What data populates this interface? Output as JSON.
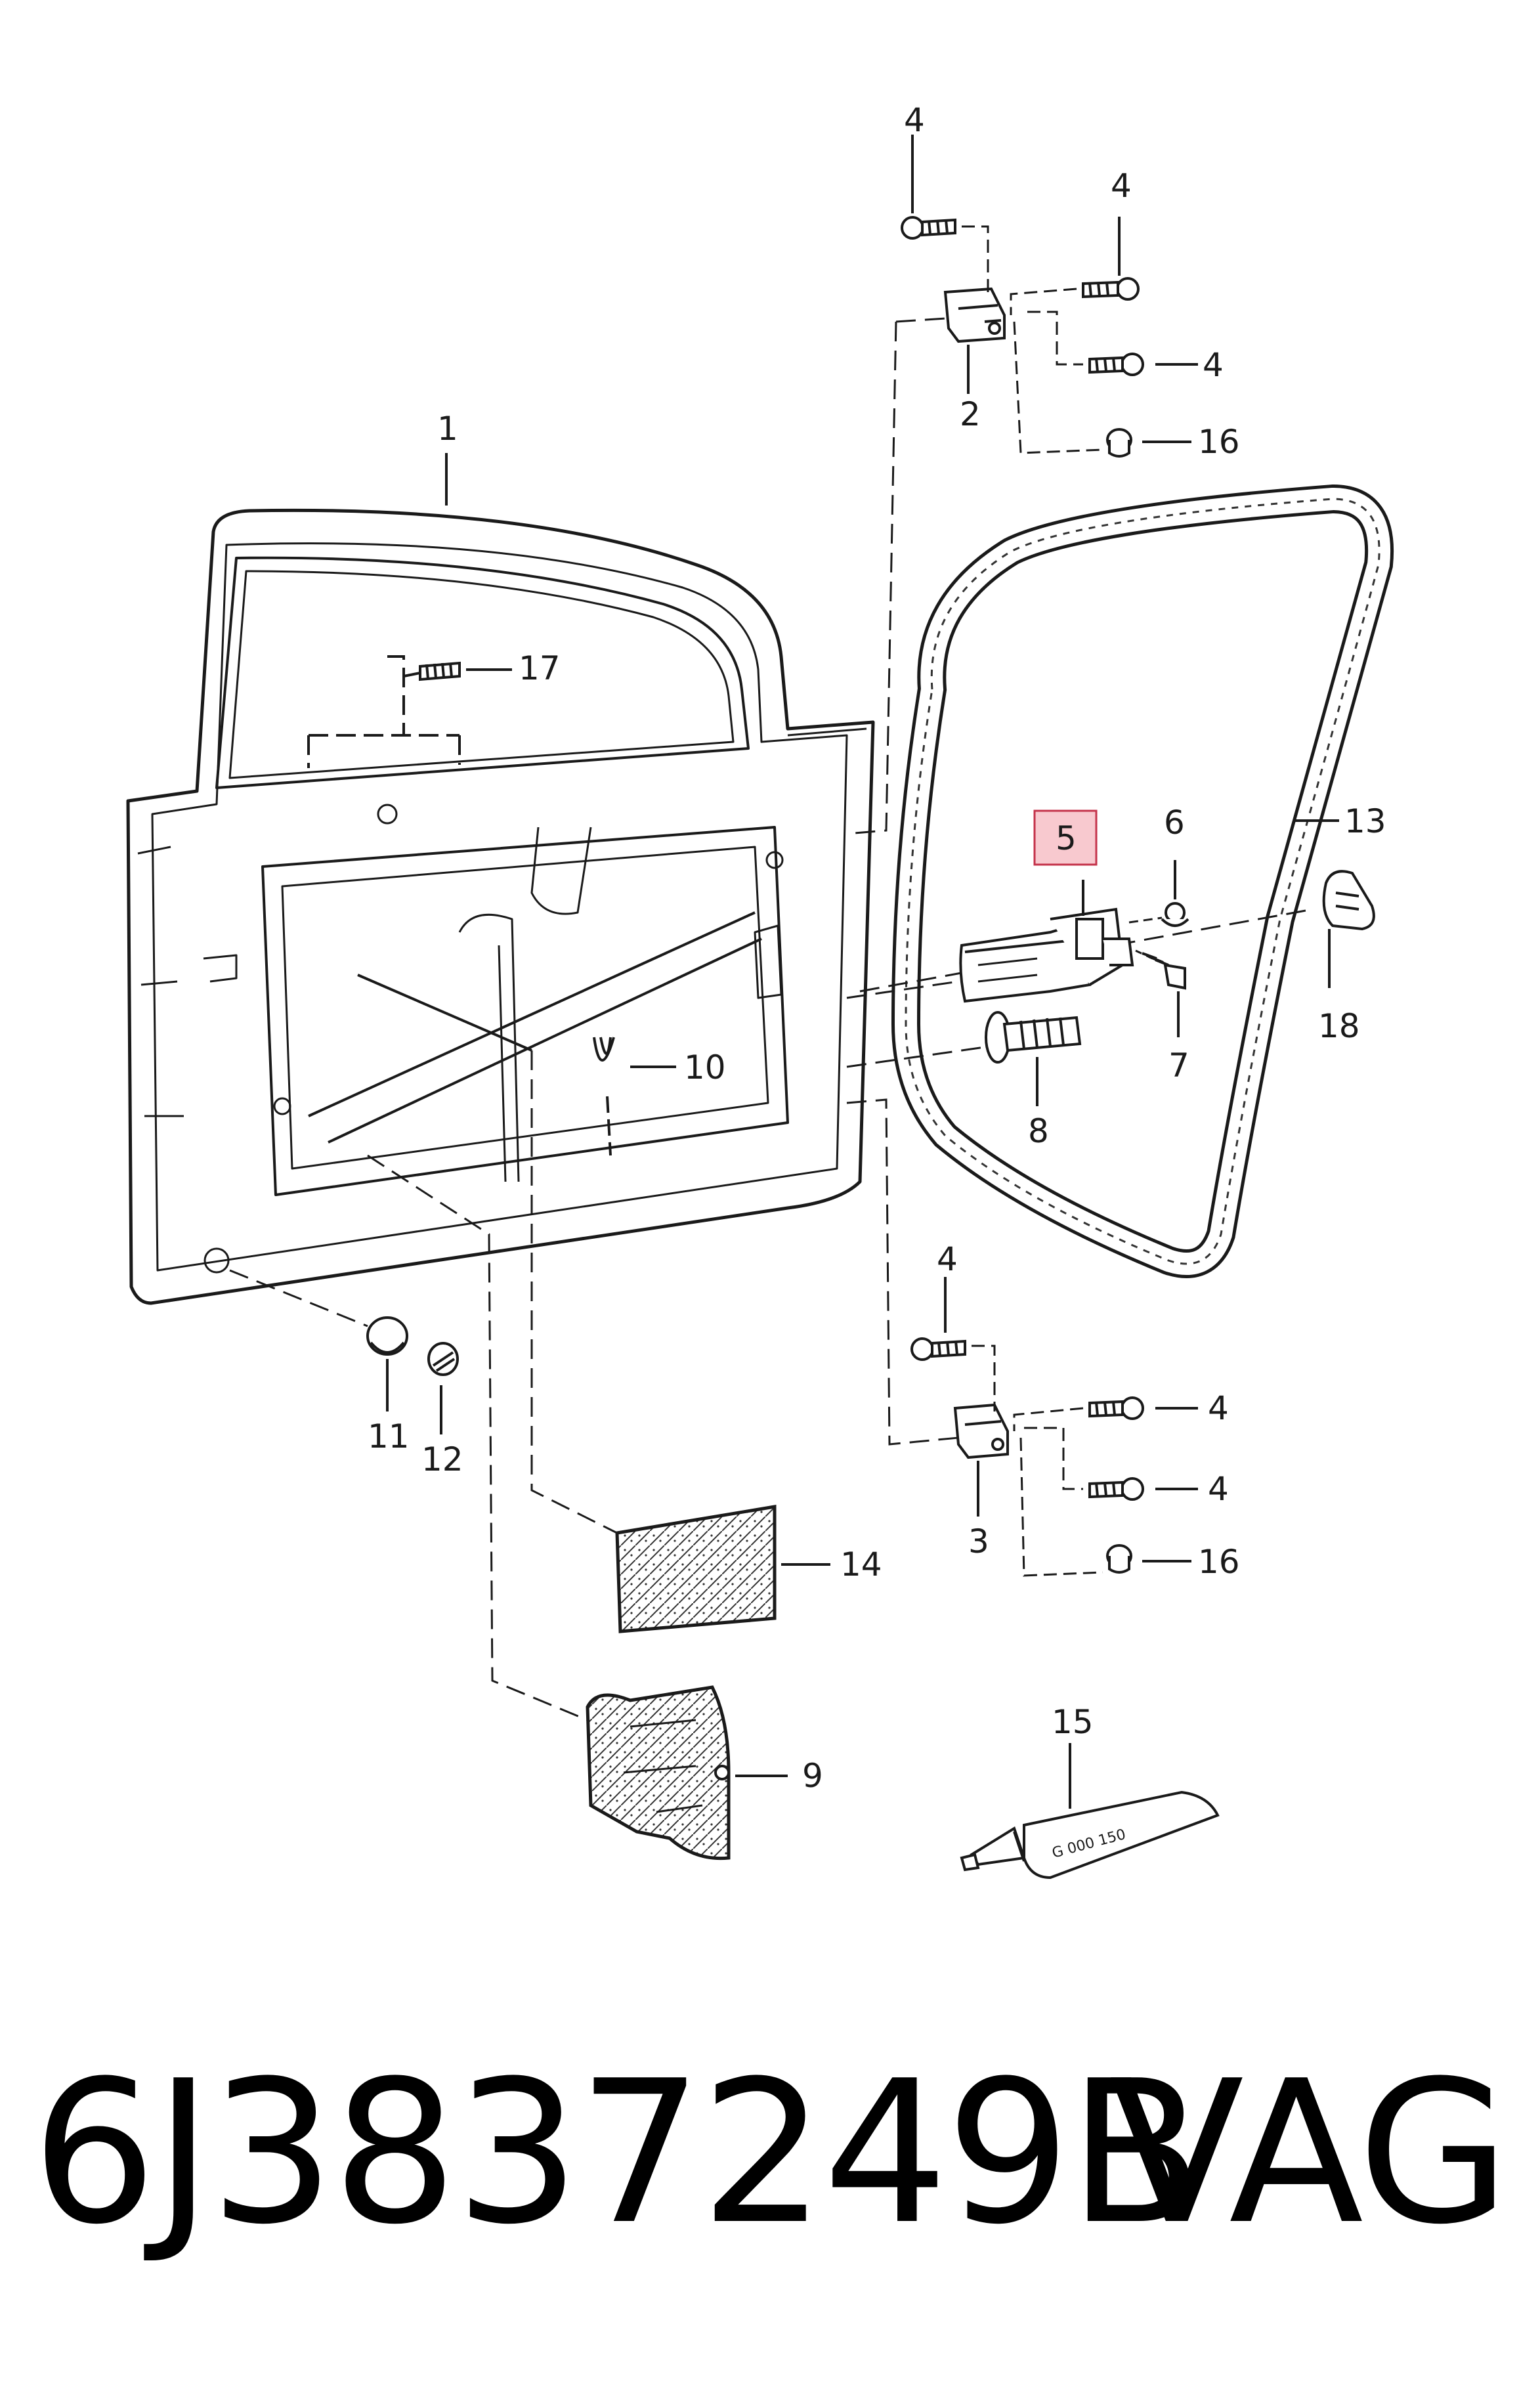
{
  "callouts": {
    "door_shell": "1",
    "upper_hinge": "2",
    "lower_hinge": "3",
    "bolt": "4",
    "door_check_strap": "5",
    "check_strap_nut": "6",
    "check_strap_screw": "7",
    "check_strap_bolt": "8",
    "sound_insulation": "9",
    "clip": "10",
    "plug_large": "11",
    "plug_small": "12",
    "door_seal": "13",
    "insulation_pad": "14",
    "sealant_tube": "15",
    "spacer": "16",
    "spring_pin": "17",
    "retainer": "18"
  },
  "tube_label": "G 000 150",
  "highlight_color": "#f8c9cf",
  "footer": {
    "part_number": "6J3837249B",
    "brand": "VAG"
  }
}
